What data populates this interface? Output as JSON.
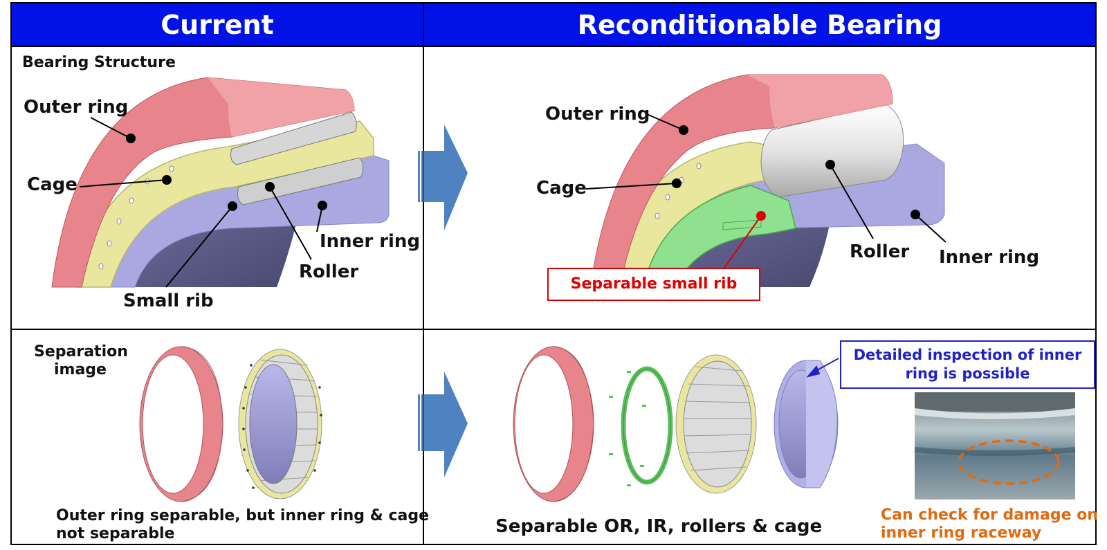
{
  "header": {
    "current_title": "Current",
    "recond_title": "Reconditionable Bearing"
  },
  "current_top": {
    "section_label": "Bearing Structure",
    "outer_ring": "Outer ring",
    "cage": "Cage",
    "inner_ring": "Inner ring",
    "roller": "Roller",
    "small_rib": "Small rib"
  },
  "recond_top": {
    "outer_ring": "Outer ring",
    "cage": "Cage",
    "roller": "Roller",
    "inner_ring": "Inner ring",
    "separable_rib": "Separable small rib"
  },
  "current_bottom": {
    "section_label_line1": "Separation",
    "section_label_line2": "image",
    "caption_line1": "Outer ring separable, but inner ring & cage",
    "caption_line2": "not separable"
  },
  "recond_bottom": {
    "caption": "Separable OR, IR, rollers & cage",
    "inspection_line1": "Detailed inspection of inner",
    "inspection_line2": "ring is possible",
    "damage_line1": "Can check for damage on",
    "damage_line2": "inner ring raceway"
  },
  "colors": {
    "header_bg": "#0012e6",
    "outer_ring": "#e8858c",
    "cage": "#e9e79e",
    "inner_ring": "#a9a8e0",
    "roller": "#cfcfcf",
    "rib": "#8fe08f",
    "arrow": "#4f82c0",
    "highlight_red": "#e00000",
    "inspection_blue": "#2020c8",
    "damage_orange": "#e06a10"
  }
}
